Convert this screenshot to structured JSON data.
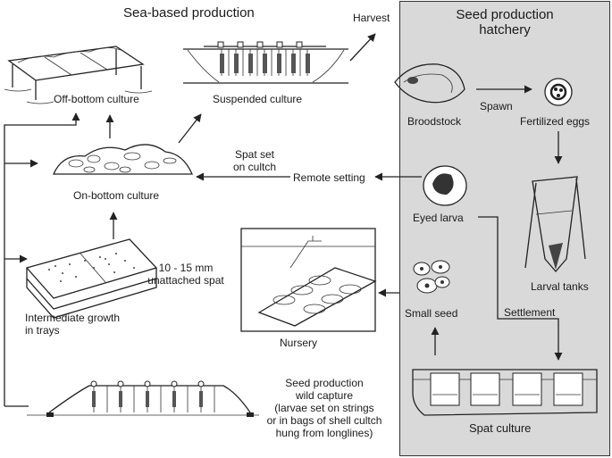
{
  "sea": {
    "title": "Sea-based production",
    "off_bottom": "Off-bottom culture",
    "suspended": "Suspended culture",
    "harvest": "Harvest",
    "on_bottom": "On-bottom culture",
    "spat_set_1": "Spat set",
    "spat_set_2": "on cultch",
    "remote_setting": "Remote setting",
    "spat_size_1": "10 - 15 mm",
    "spat_size_2": "unattached spat",
    "intermediate_1": "Intermediate growth",
    "intermediate_2": "in trays",
    "nursery": "Nursery",
    "wild_1": "Seed production",
    "wild_2": "wild capture",
    "wild_3": "(larvae set on strings",
    "wild_4": "or in bags of shell cultch",
    "wild_5": "hung from longlines)"
  },
  "hatchery": {
    "title_1": "Seed production",
    "title_2": "hatchery",
    "broodstock": "Broodstock",
    "spawn": "Spawn",
    "fertilized_eggs": "Fertilized eggs",
    "eyed_larva": "Eyed larva",
    "larval_tanks": "Larval tanks",
    "small_seed": "Small seed",
    "settlement": "Settlement",
    "spat_culture": "Spat culture"
  },
  "colors": {
    "panel": "#d9d9d9",
    "line": "#222222"
  }
}
